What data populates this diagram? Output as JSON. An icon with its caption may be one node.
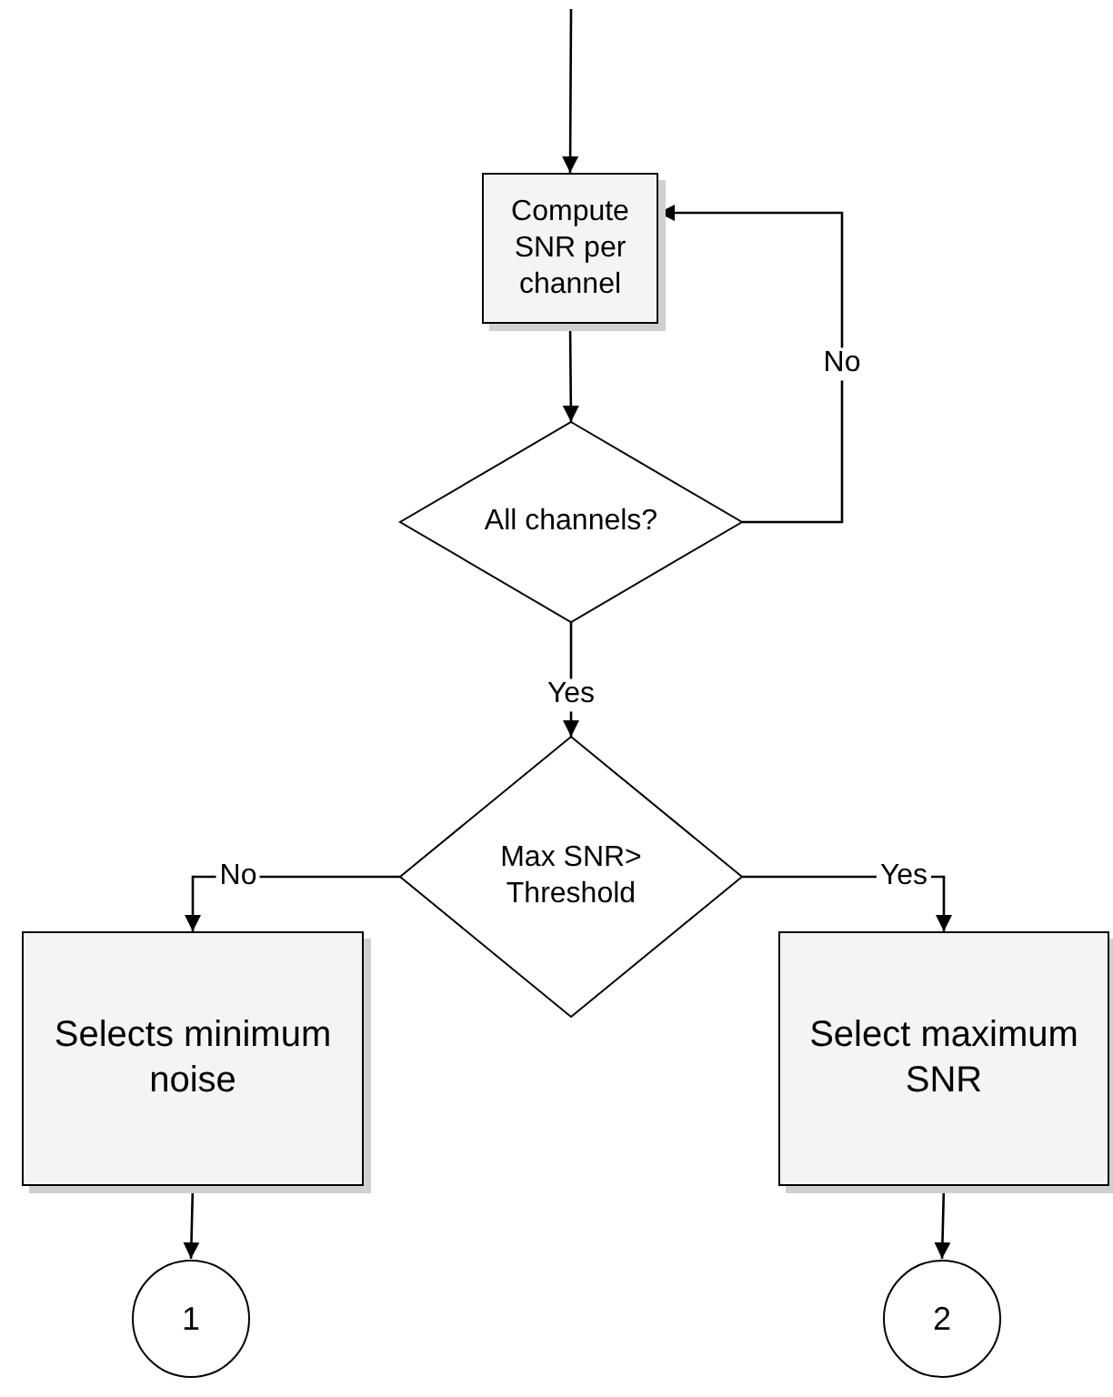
{
  "diagram": {
    "nodes": [
      {
        "text": [
          "Compute SNR per channel"
        ]
      },
      {
        "text": [
          "All channels?"
        ]
      },
      {
        "text": [
          "Max SNR> Threshold"
        ]
      },
      {
        "text": [
          "Selects minimum noise"
        ]
      },
      {
        "text": [
          "Select maximum SNR"
        ]
      },
      {
        "text": [
          "1"
        ]
      },
      {
        "text": [
          "2"
        ]
      }
    ],
    "edges": [
      {
        "from": null,
        "to": 0,
        "arrow": "to"
      },
      {
        "from": 0,
        "to": 1,
        "arrow": "to"
      },
      {
        "from": 1,
        "to": 0,
        "arrow": "to",
        "label": "No"
      },
      {
        "from": 1,
        "to": 2,
        "arrow": "to",
        "label": "Yes"
      },
      {
        "from": 2,
        "to": 3,
        "arrow": "to",
        "label": "No"
      },
      {
        "from": 2,
        "to": 4,
        "arrow": "to",
        "label": "Yes"
      },
      {
        "from": 3,
        "to": 5,
        "arrow": "to"
      },
      {
        "from": 4,
        "to": 6,
        "arrow": "to"
      }
    ]
  }
}
